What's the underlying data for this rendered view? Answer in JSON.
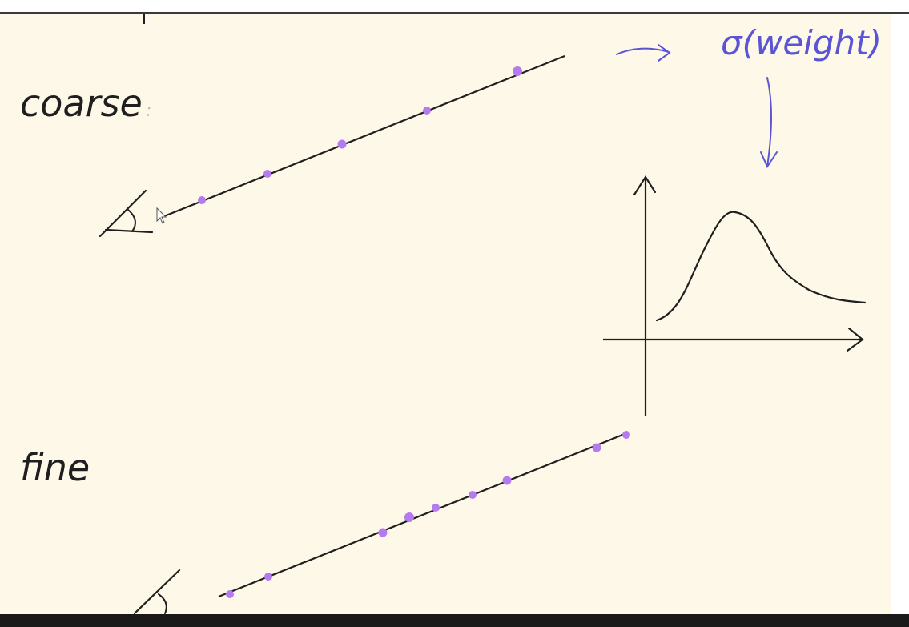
{
  "labels": {
    "coarse": "coarse",
    "coarse_colon": ":",
    "fine": "fine",
    "weight": "σ(weight)"
  },
  "colors": {
    "paper": "#fdf8e8",
    "ink": "#1f1f1f",
    "blue_ink": "#5b55d6",
    "sample_dot": "#b57af0"
  },
  "icons": {
    "eye_coarse": "eye-icon",
    "eye_fine": "eye-icon",
    "cursor": "cursor-arrow-icon"
  }
}
